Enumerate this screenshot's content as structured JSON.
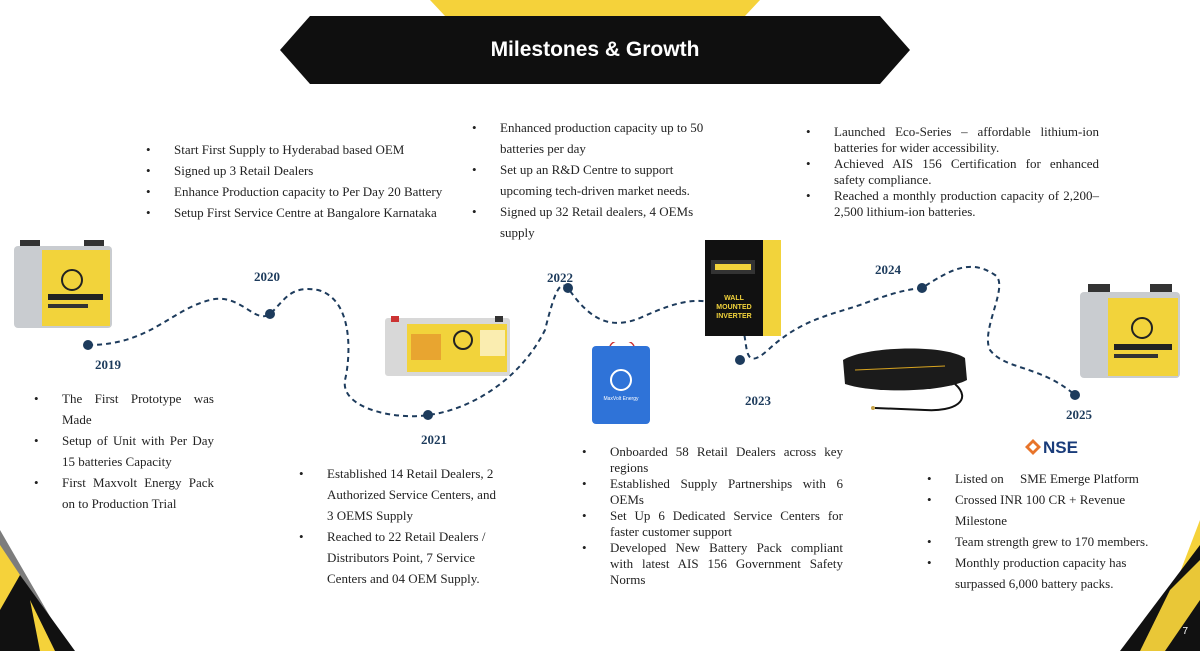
{
  "title": "Milestones & Growth",
  "page_number": "7",
  "years": [
    "2019",
    "2020",
    "2021",
    "2022",
    "2023",
    "2024",
    "2025"
  ],
  "m2019": [
    "The First Prototype was Made",
    "Setup of Unit with Per Day 15 batteries Capacity",
    "First Maxvolt Energy Pack on to Production Trial"
  ],
  "m2020": [
    "Start First Supply to Hyderabad based OEM",
    "Signed up 3 Retail Dealers",
    "Enhance Production capacity to Per Day 20 Battery",
    "Setup First Service Centre at Bangalore Karnataka"
  ],
  "m2021": [
    "Established 14 Retail Dealers, 2 Authorized Service Centers, and 3 OEMS Supply",
    "Reached to 22 Retail Dealers / Distributors Point, 7 Service Centers and 04 OEM Supply."
  ],
  "m2022": [
    "Enhanced production capacity up to 50 batteries per day",
    "Set up an R&D Centre to support upcoming tech-driven market needs.",
    "Signed up 32 Retail dealers, 4 OEMs supply"
  ],
  "m2023": [
    "Onboarded 58 Retail Dealers across key regions",
    "Established Supply Partnerships with 6 OEMs",
    "Set Up 6 Dedicated Service Centers for faster customer support",
    "Developed New Battery Pack compliant with latest AIS 156 Government Safety Norms"
  ],
  "m2024": [
    "Launched Eco-Series – affordable lithium-ion batteries for wider accessibility.",
    "Achieved AIS 156 Certification for enhanced safety compliance.",
    "Reached a monthly production capacity of 2,200–2,500 lithium-ion batteries."
  ],
  "m2025": [
    "Listed on     SME Emerge Platform",
    "Crossed INR 100 CR + Revenue Milestone",
    "Team strength grew to 170 members.",
    "Monthly production capacity has surpassed 6,000 battery packs."
  ],
  "nse_logo": "NSE",
  "products": {
    "wall_inverter_label": [
      "WALL",
      "MOUNTED",
      "INVERTER"
    ],
    "brand_on_pack": "MaxVolt Energy"
  },
  "colors": {
    "accent": "#f5d23a",
    "banner": "#0f0f0f",
    "path": "#1d3b5c",
    "dark": "#111111",
    "gray": "#7d7d7d"
  }
}
